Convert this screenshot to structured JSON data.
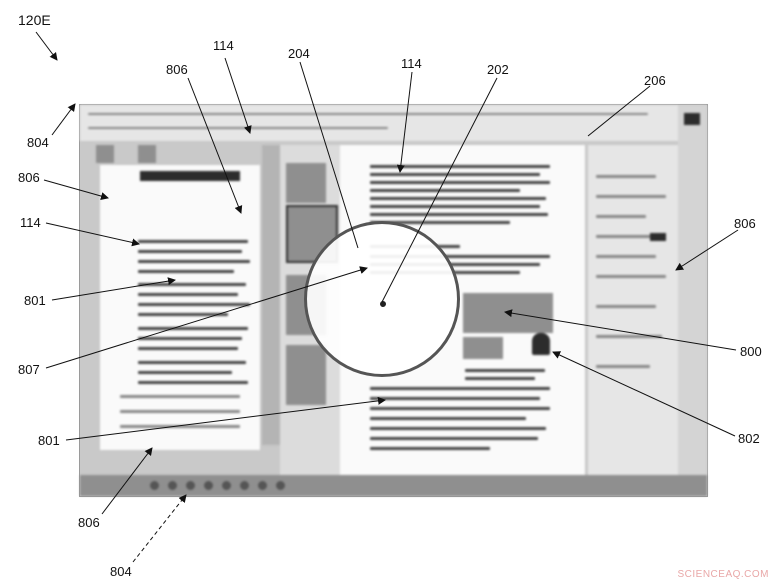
{
  "figure": {
    "id_label": "120E"
  },
  "labels": {
    "l114_top": "114",
    "l806_top": "806",
    "l204": "204",
    "l114_mid": "114",
    "l202": "202",
    "l206": "206",
    "l804_top": "804",
    "l806_left": "806",
    "l114_left": "114",
    "l806_right": "806",
    "l801_upper": "801",
    "l800": "800",
    "l807": "807",
    "l801_lower": "801",
    "l802": "802",
    "l806_bottom": "806",
    "l804_bottom": "804"
  },
  "watermark": "SCIENCEAQ.COM"
}
